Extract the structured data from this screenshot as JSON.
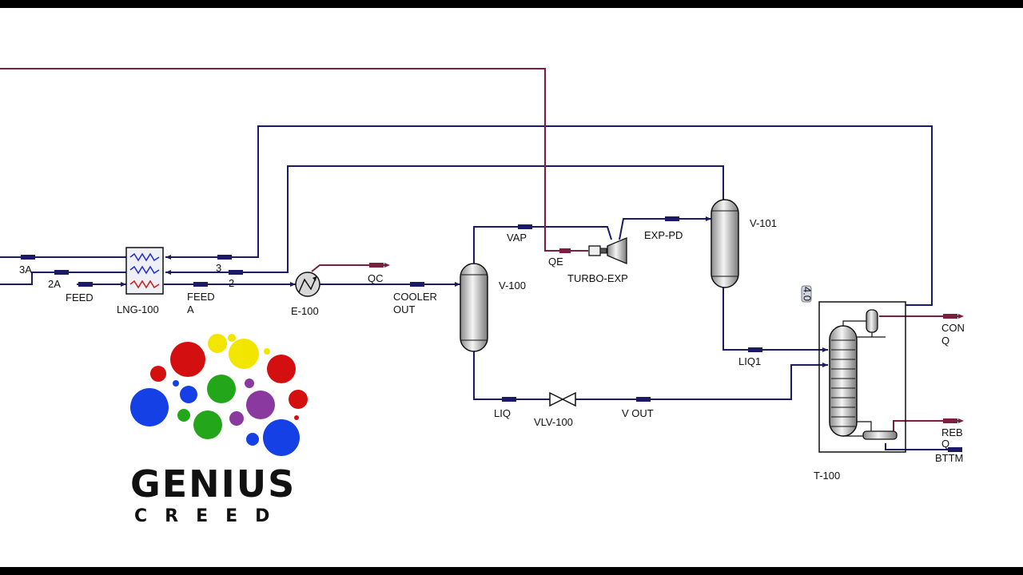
{
  "colors": {
    "material": "#1a1a66",
    "energy": "#7a1f3d",
    "stroke": "#111111"
  },
  "labels": {
    "s3a": "3A",
    "s2a": "2A",
    "feed": "FEED",
    "lng": "LNG-100",
    "feed_a_1": "FEED",
    "feed_a_2": "A",
    "n3": "3",
    "n2": "2",
    "e100": "E-100",
    "qc": "QC",
    "cooler_1": "COOLER",
    "cooler_2": "OUT",
    "vap": "VAP",
    "qe": "QE",
    "turbo": "TURBO-EXP",
    "exp_pd": "EXP-PD",
    "v100": "V-100",
    "v101": "V-101",
    "liq": "LIQ",
    "vlv": "VLV-100",
    "vout": "V OUT",
    "liq1": "LIQ1",
    "con_1": "CON",
    "con_2": "Q",
    "reb_1": "REB",
    "reb_2": "Q",
    "bttm": "BTTM",
    "t100": "T-100",
    "tag": "4.0"
  },
  "logo": {
    "word": "GENIUS",
    "sub": "CREED"
  }
}
